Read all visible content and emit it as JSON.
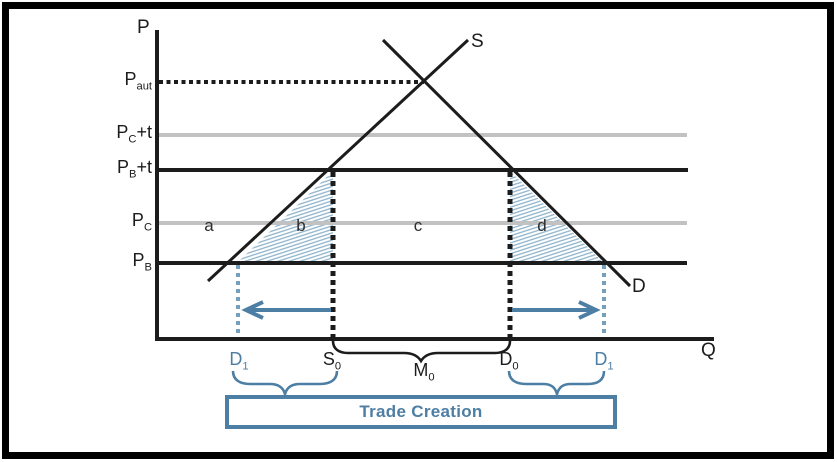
{
  "theme": {
    "accent_blue": "#4d7ea3",
    "dotted_blue": "#74a0bc",
    "hatch_blue": "#8fb4cc",
    "gray_line": "#c2c2c2",
    "ink": "#1c1c1c"
  },
  "axes": {
    "y_label": "P",
    "x_label": "Q"
  },
  "curves": {
    "supply_label": "S",
    "demand_label": "D"
  },
  "price_labels": {
    "p_aut": {
      "base": "P",
      "sub": "aut",
      "rest": ""
    },
    "pc_plus_t": {
      "base": "P",
      "sub": "C",
      "rest": "+t"
    },
    "pb_plus_t": {
      "base": "P",
      "sub": "B",
      "rest": "+t"
    },
    "pc": {
      "base": "P",
      "sub": "C",
      "rest": ""
    },
    "pb": {
      "base": "P",
      "sub": "B",
      "rest": ""
    }
  },
  "region_labels": {
    "a": "a",
    "b": "b",
    "c": "c",
    "d": "d"
  },
  "quantity_labels": {
    "d1_left": {
      "base": "D",
      "sub": "1"
    },
    "s0": {
      "base": "S",
      "sub": "0"
    },
    "m0": {
      "base": "M",
      "sub": "0"
    },
    "d0": {
      "base": "D",
      "sub": "0"
    },
    "d1_right": {
      "base": "D",
      "sub": "1"
    }
  },
  "callout": {
    "label": "Trade Creation"
  }
}
